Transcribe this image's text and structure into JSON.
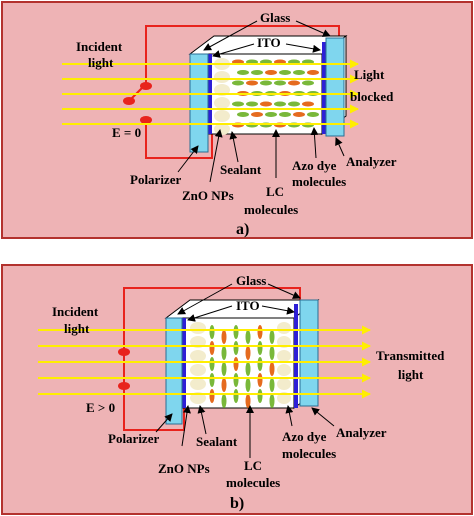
{
  "colors": {
    "background": "#ffffff",
    "panel_fill": "#eeb3b5",
    "panel_border": "#b3322e",
    "wire": "#e8231d",
    "light_ray": "#ffee00",
    "polarizer": "#7fd6ee",
    "electrode": "#2e1fd6",
    "glass_cell": "#ffffff",
    "lc_molecule": "#79b83a",
    "dye_molecule": "#e56b1f",
    "zno": "#f3eccc"
  },
  "panel_a": {
    "incident_light_line1": "Incident",
    "incident_light_line2": "light",
    "field_label": "E = 0",
    "glass": "Glass",
    "ito": "ITO",
    "output_line1": "Light",
    "output_line2": "blocked",
    "polarizer": "Polarizer",
    "zno": "ZnO NPs",
    "sealant": "Sealant",
    "lc_line1": "LC",
    "lc_line2": "molecules",
    "azo_line1": "Azo dye",
    "azo_line2": "molecules",
    "analyzer": "Analyzer",
    "caption": "a)"
  },
  "panel_b": {
    "incident_light_line1": "Incident",
    "incident_light_line2": "light",
    "field_label": "E > 0",
    "glass": "Glass",
    "ito": "ITO",
    "output_line1": "Transmitted",
    "output_line2": "light",
    "polarizer": "Polarizer",
    "zno": "ZnO NPs",
    "sealant": "Sealant",
    "lc_line1": "LC",
    "lc_line2": "molecules",
    "azo_line1": "Azo dye",
    "azo_line2": "molecules",
    "analyzer": "Analyzer",
    "caption": "b)"
  }
}
